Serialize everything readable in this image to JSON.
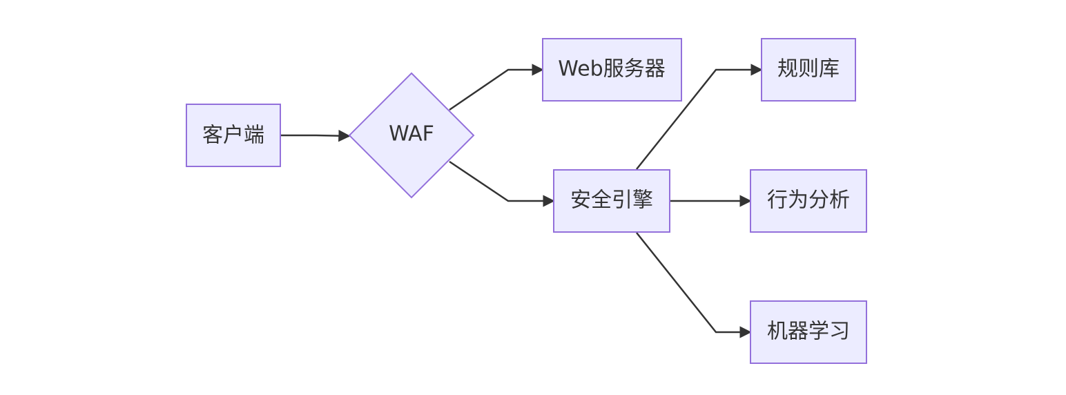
{
  "diagram": {
    "type": "flowchart",
    "colors": {
      "node_fill": "#ececff",
      "node_stroke": "#9370db",
      "edge": "#333333",
      "text": "#333333"
    },
    "nodes": {
      "client": {
        "label": "客户端",
        "shape": "rect"
      },
      "waf": {
        "label": "WAF",
        "shape": "diamond"
      },
      "web_server": {
        "label": "Web服务器",
        "shape": "rect"
      },
      "security_engine": {
        "label": "安全引擎",
        "shape": "rect"
      },
      "rule_base": {
        "label": "规则库",
        "shape": "rect"
      },
      "behavior_analysis": {
        "label": "行为分析",
        "shape": "rect"
      },
      "machine_learning": {
        "label": "机器学习",
        "shape": "rect"
      }
    },
    "edges": [
      {
        "from": "client",
        "to": "waf"
      },
      {
        "from": "waf",
        "to": "web_server"
      },
      {
        "from": "waf",
        "to": "security_engine"
      },
      {
        "from": "security_engine",
        "to": "rule_base"
      },
      {
        "from": "security_engine",
        "to": "behavior_analysis"
      },
      {
        "from": "security_engine",
        "to": "machine_learning"
      }
    ]
  }
}
